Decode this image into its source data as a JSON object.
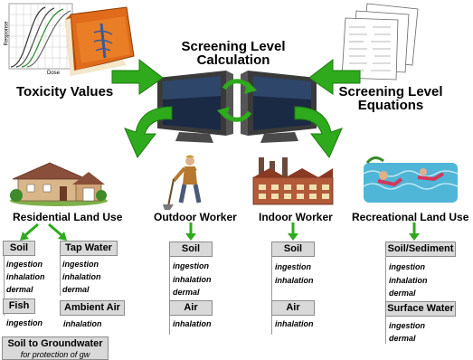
{
  "header": {
    "center_title_line1": "Screening Level",
    "center_title_line2": "Calculation",
    "toxicity_label": "Toxicity Values",
    "equations_label_line1": "Screening Level",
    "equations_label_line2": "Equations"
  },
  "dose_response": {
    "y_axis": "Response",
    "x_axis": "Dose"
  },
  "land_uses": {
    "residential": "Residential Land Use",
    "outdoor": "Outdoor Worker",
    "indoor": "Indoor Worker",
    "recreational": "Recreational Land Use"
  },
  "residential": {
    "soil": {
      "label": "Soil",
      "routes": [
        "ingestion",
        "inhalation",
        "dermal"
      ]
    },
    "tap_water": {
      "label": "Tap Water",
      "routes": [
        "ingestion",
        "inhalation",
        "dermal"
      ]
    },
    "fish": {
      "label": "Fish",
      "routes": [
        "ingestion"
      ]
    },
    "ambient_air": {
      "label": "Ambient Air",
      "routes": [
        "inhalation"
      ]
    },
    "soil_gw": {
      "label": "Soil to Groundwater",
      "note": "for protection of gw"
    }
  },
  "outdoor": {
    "soil": {
      "label": "Soil",
      "routes": [
        "ingestion",
        "inhalation",
        "dermal"
      ]
    },
    "air": {
      "label": "Air",
      "routes": [
        "inhalation"
      ]
    }
  },
  "indoor": {
    "soil": {
      "label": "Soil",
      "routes": [
        "ingestion",
        "inhalation"
      ]
    },
    "air": {
      "label": "Air",
      "routes": [
        "inhalation"
      ]
    }
  },
  "recreational": {
    "soil_sediment": {
      "label": "Soil/Sediment",
      "routes": [
        "ingestion",
        "inhalation",
        "dermal"
      ]
    },
    "surface_water": {
      "label": "Surface Water",
      "routes": [
        "ingestion",
        "dermal"
      ]
    }
  },
  "colors": {
    "arrow_green": "#2eaa1c",
    "arrow_dark": "#1d7a12",
    "box_gray": "#d9d9d9"
  }
}
